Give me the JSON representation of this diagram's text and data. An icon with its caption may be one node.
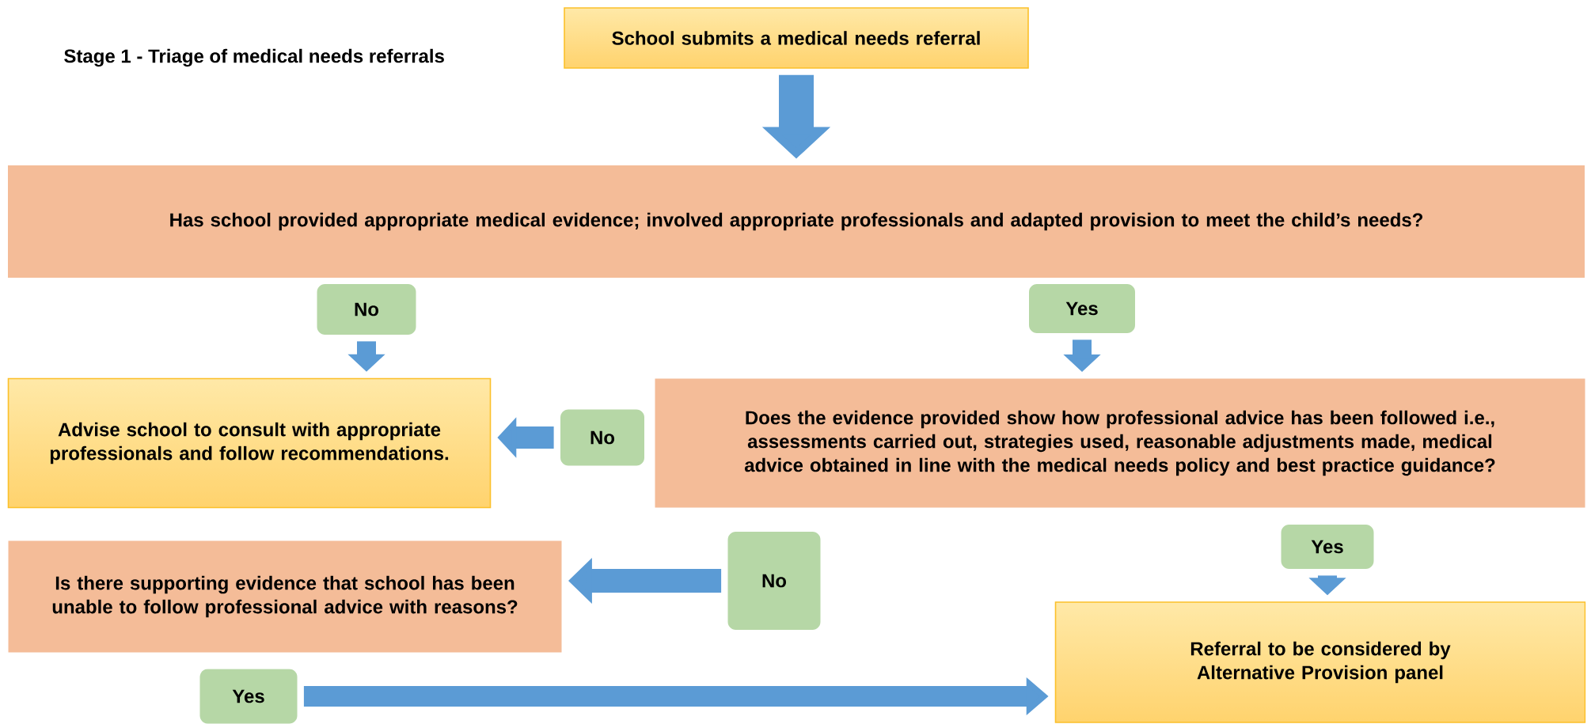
{
  "diagram": {
    "nodes": [
      {
        "text": [
          "School submits a medical needs referral"
        ]
      },
      {
        "text": [
          "Has school provided appropriate medical evidence; involved appropriate professionals and adapted provision to meet the child’s needs?"
        ]
      },
      {
        "text": [
          "No"
        ]
      },
      {
        "text": [
          "Yes"
        ]
      },
      {
        "text": [
          "Advise school to consult with appropriate professionals and follow recommendations."
        ]
      },
      {
        "text": [
          "No"
        ]
      },
      {
        "text": [
          "Does the evidence provided show how professional advice has been followed i.e., assessments carried out, strategies used, reasonable adjustments made, medical advice obtained in line with the medical needs policy and best practice guidance?"
        ]
      },
      {
        "text": [
          "Is there supporting evidence that school has been unable to follow professional advice with reasons?"
        ]
      },
      {
        "text": [
          "No"
        ]
      },
      {
        "text": [
          "Yes"
        ]
      },
      {
        "text": [
          "Referral to be considered by Alternative Provision panel"
        ]
      },
      {
        "text": [
          "Yes"
        ]
      }
    ],
    "edges": [
      {
        "from": 0,
        "to": 1,
        "arrow": "to"
      },
      {
        "from": 2,
        "to": 4,
        "arrow": "to"
      },
      {
        "from": 3,
        "to": 6,
        "arrow": "to"
      },
      {
        "from": 5,
        "to": 4,
        "arrow": "to"
      },
      {
        "from": 8,
        "to": 7,
        "arrow": "to"
      },
      {
        "from": 9,
        "to": 10,
        "arrow": "to"
      },
      {
        "from": 11,
        "to": 10,
        "arrow": "to"
      }
    ],
    "labels": [
      "Stage 1 - Triage of medical needs referrals"
    ]
  }
}
